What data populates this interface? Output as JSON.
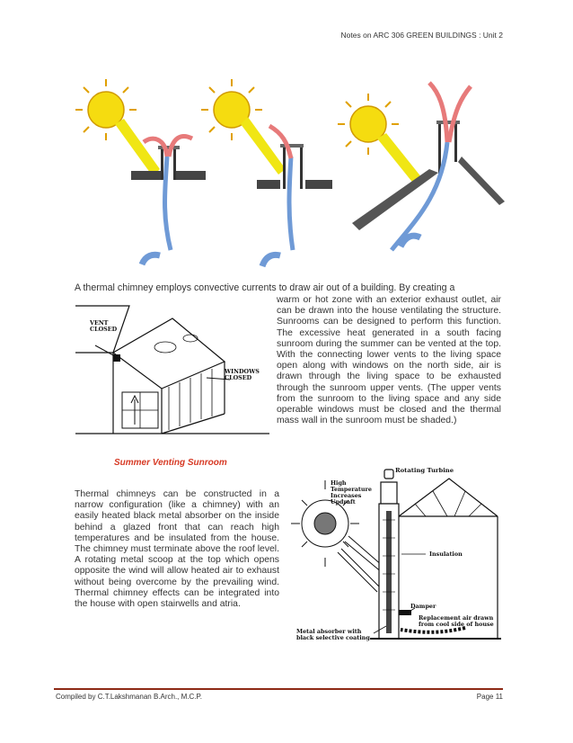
{
  "header": {
    "text": "Notes on ARC 306 GREEN BUILDINGS : Unit 2"
  },
  "intro": {
    "line": "A thermal chimney employs convective currents to draw air out of a building. By creating a"
  },
  "right_paragraph": {
    "text": "warm or hot zone with an exterior exhaust outlet, air can be drawn into the house ventilating the structure. Sunrooms can be designed to perform this function. The excessive heat generated in a south facing sunroom during the summer can be vented at the top. With the connecting lower vents to the living space open along with windows on the north side, air is drawn through the living space to be exhausted through the sunroom upper vents. (The upper vents from the sunroom to the living space and any side operable windows must be closed and the thermal mass wall in the sunroom must be shaded.)"
  },
  "sunroom_figure": {
    "vent_label_1": "VENT",
    "vent_label_2": "CLOSED",
    "windows_label_1": "WINDOWS",
    "windows_label_2": "CLOSED",
    "caption": "Summer Venting Sunroom"
  },
  "bottom_paragraph": {
    "text": "Thermal chimneys can be constructed in a narrow configuration (like a chimney) with an easily heated black metal absorber on the inside behind a glazed front that can reach high temperatures and be insulated from the house. The chimney must terminate above the roof level. A rotating metal scoop at the top which opens opposite the wind will allow heated air to exhaust without being overcome by the prevailing wind. Thermal chimney effects can be integrated into the house with open stairwells and atria."
  },
  "chimney_figure": {
    "rotating_turbine": "Rotating Turbine",
    "high_temp_1": "High",
    "high_temp_2": "Temperature",
    "high_temp_3": "Increases",
    "high_temp_4": "Updraft",
    "insulation": "Insulation",
    "damper": "Damper",
    "replacement_1": "Replacement air drawn",
    "replacement_2": "from cool side of house",
    "absorber_1": "Metal absorber with",
    "absorber_2": "black selective coating"
  },
  "footer": {
    "left": "Compiled by C.T.Lakshmanan B.Arch., M.C.P.",
    "right": "Page 11"
  },
  "colors": {
    "sun": "#f5dc10",
    "sun_ray": "#f0e614",
    "hot_air": "#e77a7a",
    "cool_air": "#6f9ad6",
    "footer_rule": "#8e2a16",
    "caption_red": "#d73a25"
  }
}
